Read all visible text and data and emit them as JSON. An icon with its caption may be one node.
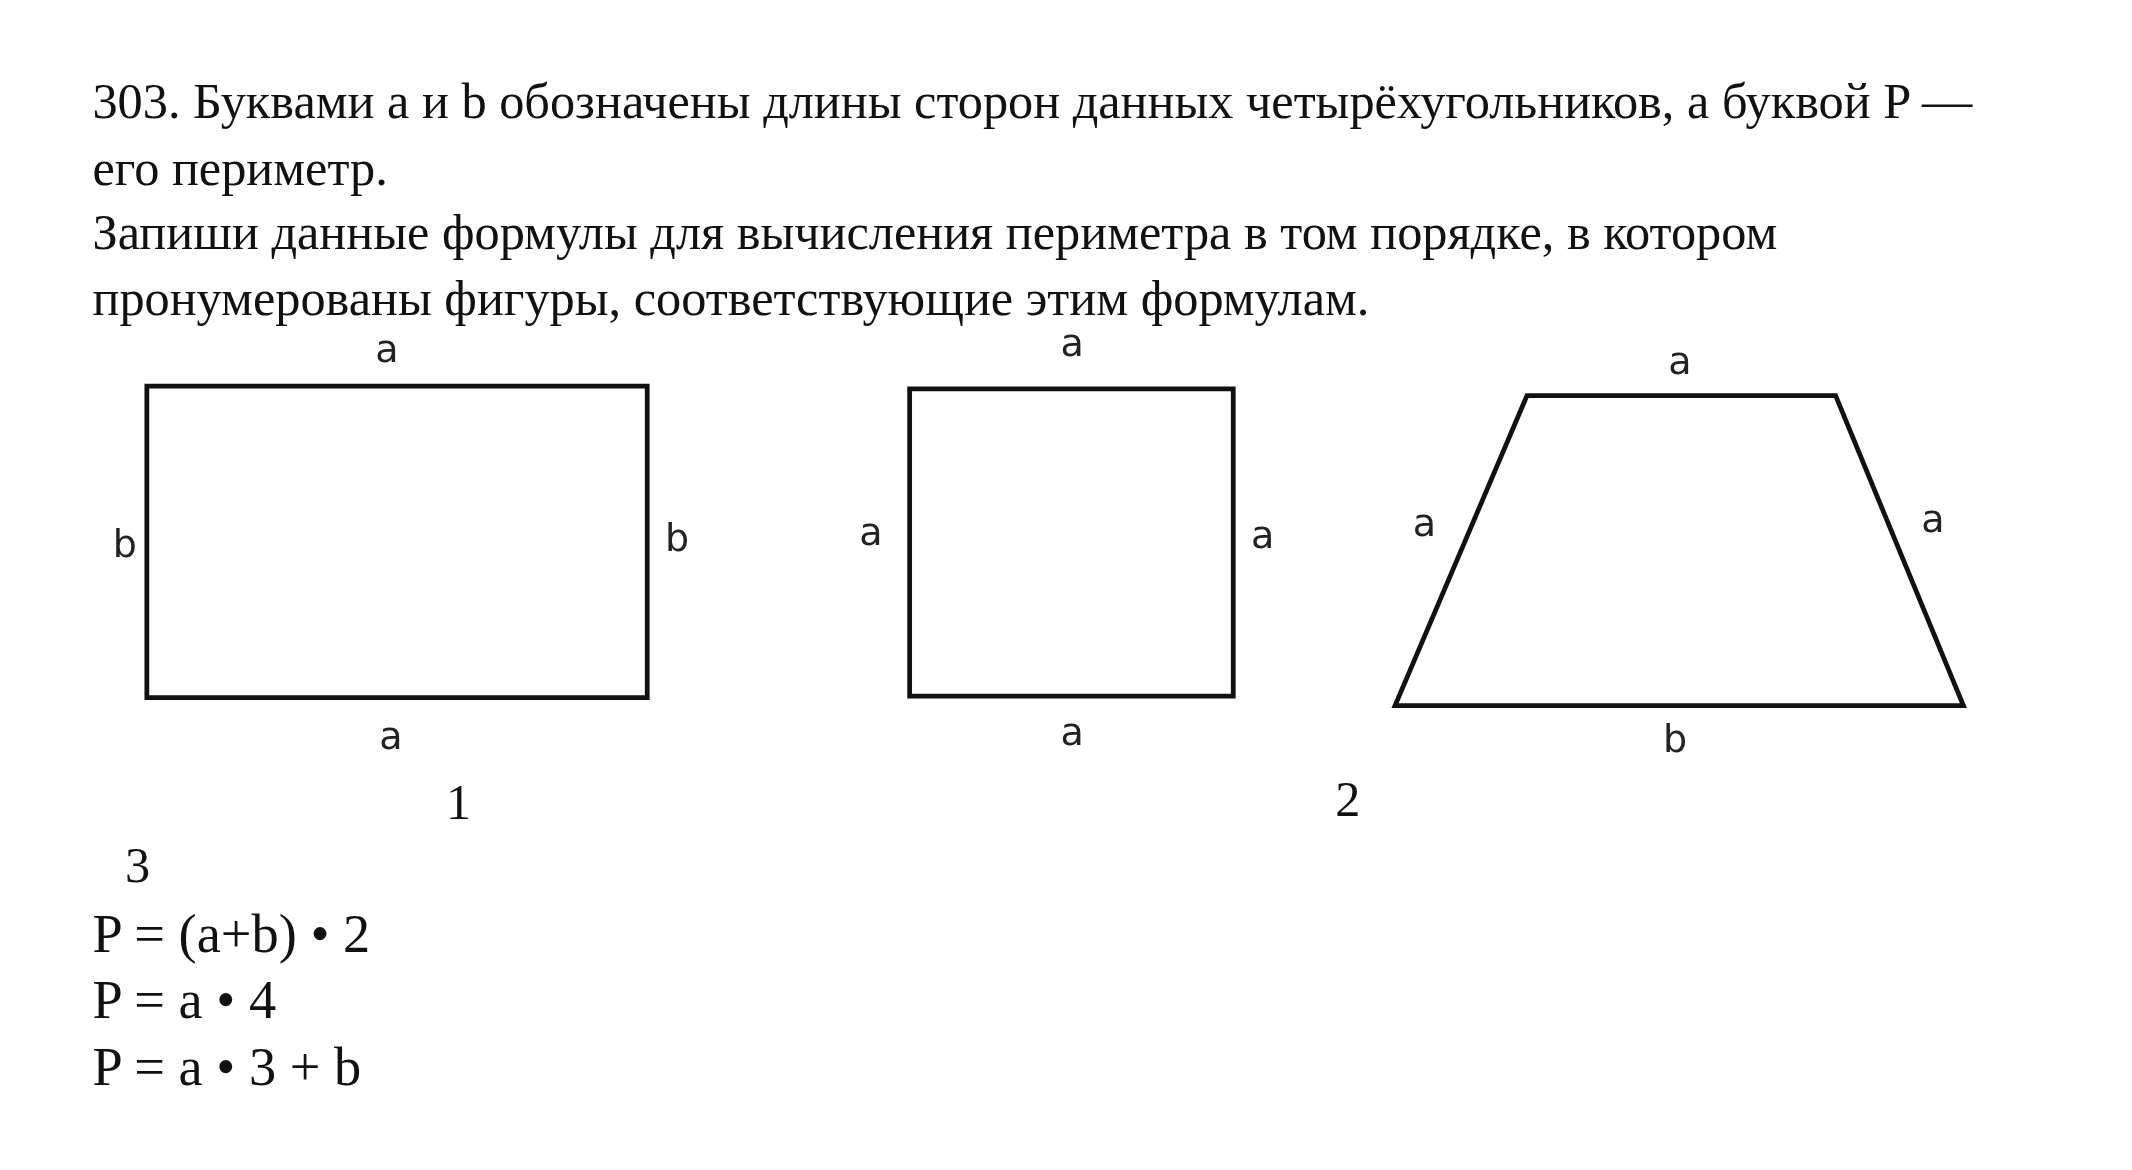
{
  "diagram": {
    "title": "303. Буквами a и b обозначены длины сторон данных четырёхугольников, а буквой P — его периметр.",
    "nodes": [
      {
        "text": [],
        "shape": "box",
        "beside": [
          "a",
          "b",
          "b",
          "a"
        ]
      },
      {
        "text": [],
        "shape": "box",
        "beside": [
          "a",
          "a",
          "a",
          "a"
        ]
      },
      {
        "text": [],
        "shape": "trapezoid",
        "beside": [
          "a",
          "a",
          "a",
          "b"
        ]
      }
    ],
    "labels": [
      "Запиши данные формулы для вычисления периметра в том порядке, в котором пронумерованы фигуры, соответствующие этим формулам.",
      "1",
      "2",
      "3",
      "P = (a+b) • 2",
      "P = a • 4",
      "P = a • 3 + b"
    ]
  }
}
